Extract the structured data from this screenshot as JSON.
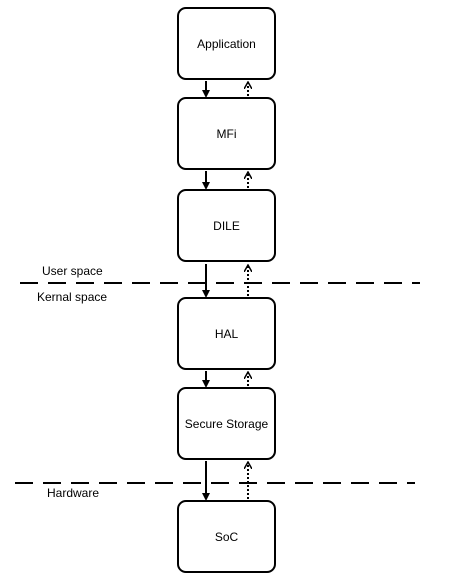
{
  "blocks": [
    {
      "id": "application",
      "label": "Application"
    },
    {
      "id": "mfi",
      "label": "MFi"
    },
    {
      "id": "dile",
      "label": "DILE"
    },
    {
      "id": "hal",
      "label": "HAL"
    },
    {
      "id": "secure-storage",
      "label": "Secure Storage"
    },
    {
      "id": "soc",
      "label": "SoC"
    }
  ],
  "regions": {
    "user_space": "User space",
    "kernel_space": "Kernal space",
    "hardware": "Hardware"
  },
  "colors": {
    "stroke": "#000000",
    "background": "#ffffff"
  }
}
